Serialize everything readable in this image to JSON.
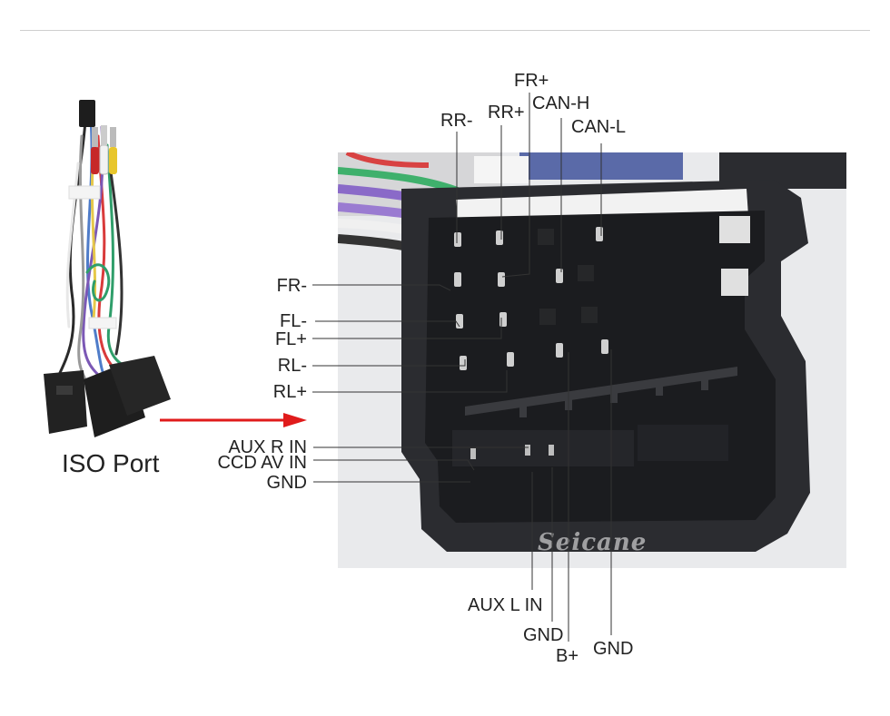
{
  "product_label": "ISO Port",
  "watermark": "Seicane",
  "colors": {
    "arrow": "#e01b1b",
    "leader": "#333333",
    "connector_body": "#2b2c30"
  },
  "pin_labels": {
    "top": {
      "fr_plus": "FR+",
      "rr_minus": "RR-",
      "rr_plus": "RR+",
      "can_h": "CAN-H",
      "can_l": "CAN-L"
    },
    "left": {
      "fr_minus": "FR-",
      "fl_minus": "FL-",
      "fl_plus": "FL+",
      "rl_minus": "RL-",
      "rl_plus": "RL+",
      "aux_r_in": "AUX R IN",
      "ccd_av_in": "CCD AV IN",
      "gnd": "GND"
    },
    "bottom": {
      "aux_l_in": "AUX L IN",
      "gnd_1": "GND",
      "b_plus": "B+",
      "gnd_2": "GND"
    }
  }
}
